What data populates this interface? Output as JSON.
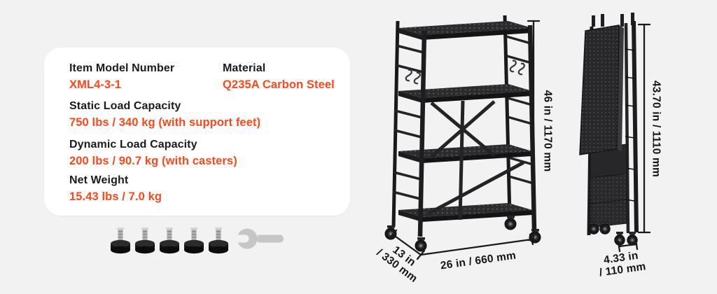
{
  "colors": {
    "background": "#f2f2f3",
    "card_background": "#ffffff",
    "accent_orange": "#ff4719",
    "text_black": "#161616",
    "shelf_black": "#1d1d1f",
    "tool_gray": "#c6c6c8"
  },
  "spec_card": {
    "rows": [
      {
        "label": "Item Model Number",
        "value": "XML4-3-1"
      },
      {
        "label": "Material",
        "value": "Q235A Carbon Steel"
      },
      {
        "label": "Static Load Capacity",
        "value": "750 lbs / 340 kg (with support feet)"
      },
      {
        "label": "Dynamic Load Capacity",
        "value": "200 lbs / 90.7 kg (with casters)"
      },
      {
        "label": "Net Weight",
        "value": "15.43 lbs / 7.0 kg"
      }
    ]
  },
  "accessories": {
    "leveling_feet_count": 5,
    "icons": [
      "leveling-foot-icon",
      "wrench-icon"
    ]
  },
  "dimensions": {
    "unfolded": {
      "height": "46 in / 1170 mm",
      "depth_line1": "13 in",
      "depth_line2": "/ 330 mm",
      "width": "26 in / 660 mm"
    },
    "folded": {
      "height": "43.70 in / 1110 mm",
      "width_line1": "4.33 in",
      "width_line2": "/ 110 mm"
    }
  }
}
